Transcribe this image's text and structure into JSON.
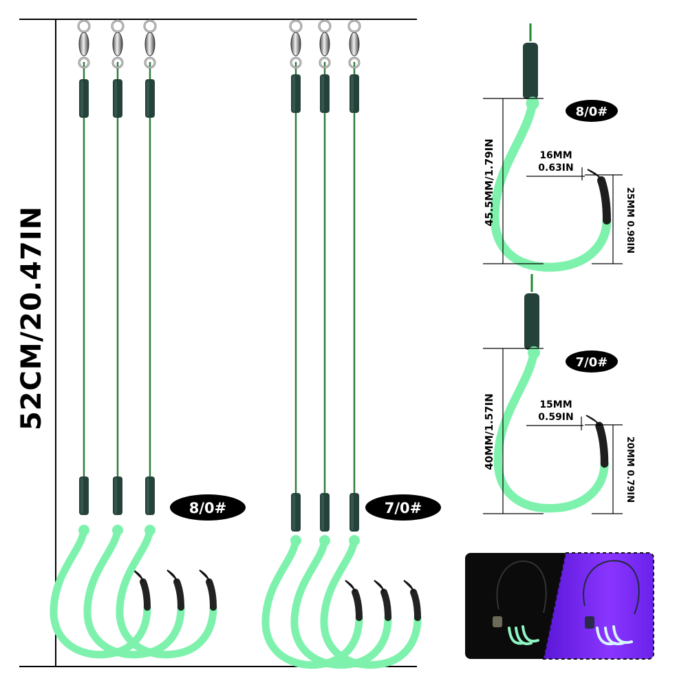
{
  "overall_length_label": "52CM/20.47IN",
  "groups": [
    {
      "size_label": "8/0#"
    },
    {
      "size_label": "7/0#"
    }
  ],
  "detail_8_0": {
    "size_label": "8/0#",
    "length_label": "45.5MM/1.79IN",
    "gap_mm": "16MM",
    "gap_in": "0.63IN",
    "bite_label": "25MM 0.98IN"
  },
  "detail_7_0": {
    "size_label": "7/0#",
    "length_label": "40MM/1.57IN",
    "gap_mm": "15MM",
    "gap_in": "0.59IN",
    "bite_label": "20MM 0.79IN"
  },
  "colors": {
    "hook_glow": "#7ef2ad",
    "line_green": "#2e7d3c",
    "sleeve_dark": "#24423a",
    "uv_purple": "#7a2cff",
    "pill_bg": "#000000",
    "pill_text": "#ffffff"
  },
  "icons": {
    "swivel": "barrel-swivel-icon",
    "hook": "circle-hook-icon",
    "uv_photo": "uv-glow-photo"
  }
}
